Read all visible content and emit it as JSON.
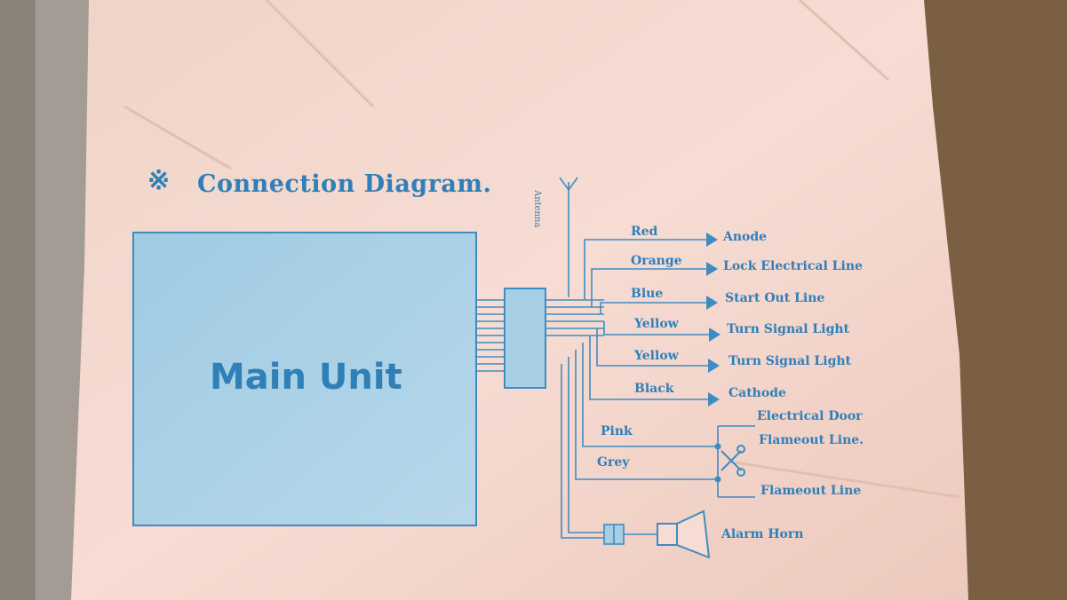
{
  "title": "Connection Diagram.",
  "title_icon": "※",
  "main_unit": "Main Unit",
  "antenna_label": "Antenna",
  "wires": [
    {
      "color_name": "Red",
      "destination": "Anode"
    },
    {
      "color_name": "Orange",
      "destination": "Lock Electrical Line"
    },
    {
      "color_name": "Blue",
      "destination": "Start Out Line"
    },
    {
      "color_name": "Yellow",
      "destination": "Turn Signal Light"
    },
    {
      "color_name": "Yellow",
      "destination": "Turn Signal Light"
    },
    {
      "color_name": "Black",
      "destination": "Cathode"
    },
    {
      "color_name": "Pink",
      "destination": ""
    },
    {
      "color_name": "Grey",
      "destination": ""
    }
  ],
  "cut_wire_labels": {
    "electrical_door": "Electrical Door",
    "flameout_line_upper": "Flameout Line.",
    "flameout_line_lower": "Flameout Line"
  },
  "alarm_horn": "Alarm Horn",
  "colors": {
    "ink": "#2f7fb8",
    "paper": "#f3d7cf",
    "box_fill": "#a9cfe6",
    "background": "#6b5c4e"
  },
  "icons": [
    "scissors-icon",
    "antenna-icon",
    "horn-icon",
    "fuse-icon"
  ]
}
